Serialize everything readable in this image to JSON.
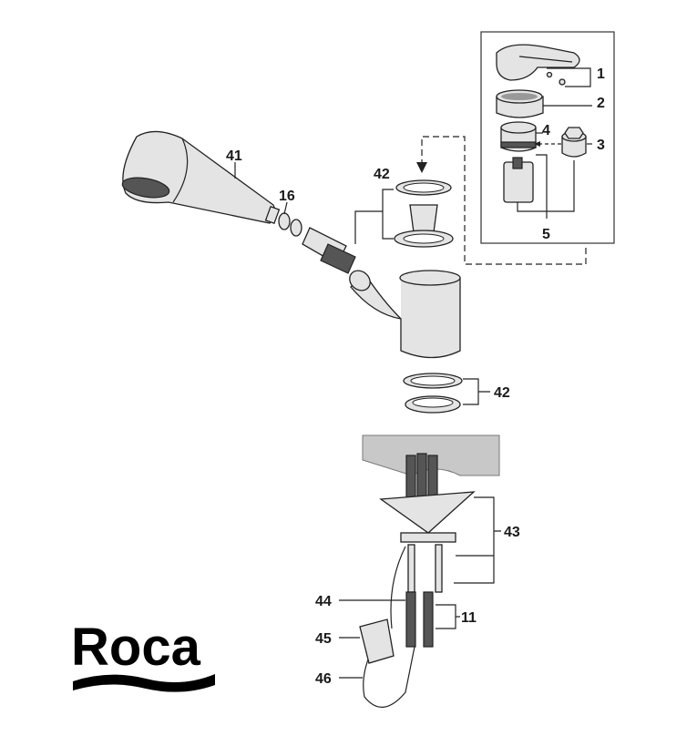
{
  "diagram": {
    "title": "Exploded parts diagram – pull-out kitchen mixer",
    "brand": "Roca",
    "callouts": {
      "c1": "1",
      "c2": "2",
      "c3": "3",
      "c4": "4",
      "c5": "5",
      "c41": "41",
      "c16": "16",
      "c42_top": "42",
      "c42_bottom": "42",
      "c43": "43",
      "c11": "11",
      "c44": "44",
      "c45": "45",
      "c46": "46"
    }
  }
}
